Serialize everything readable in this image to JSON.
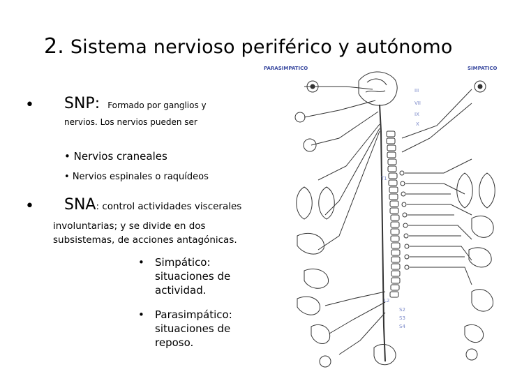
{
  "title": {
    "number": "2.",
    "text": "Sistema nervioso periférico y autónomo"
  },
  "snp": {
    "bullet": "•",
    "label": "SNP:",
    "desc_line1": "Formado por ganglios y",
    "desc_line2": "nervios. Los nervios pueden ser",
    "items": [
      {
        "bullet": "•",
        "text": "Nervios craneales"
      },
      {
        "bullet": "•",
        "text": "Nervios espinales o raquídeos"
      }
    ]
  },
  "sna": {
    "bullet": "•",
    "label": "SNA",
    "desc_line1": ": control actividades viscerales",
    "desc_line2": "involuntarias; y se divide en dos",
    "desc_line3": "subsistemas, de acciones antagónicas.",
    "items": [
      {
        "bullet": "•",
        "line1": "Simpático:",
        "line2": "situaciones de",
        "line3": "actividad."
      },
      {
        "bullet": "•",
        "line1": "Parasimpático:",
        "line2": "situaciones de",
        "line3": "reposo."
      }
    ]
  },
  "diagram": {
    "left_label": "PARASIMPATICO",
    "right_label": "SIMPATICO",
    "cranial_nerves": [
      "III",
      "VII",
      "IX",
      "X"
    ],
    "segment_labels": [
      "T1",
      "L2",
      "S2",
      "S3",
      "S4"
    ]
  }
}
